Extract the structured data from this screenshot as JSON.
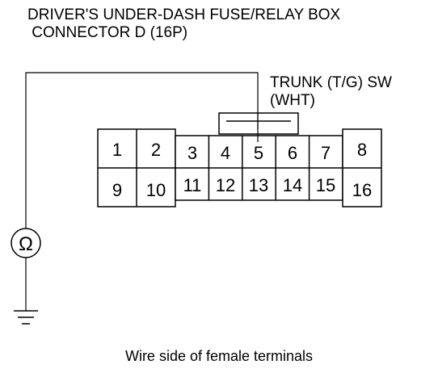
{
  "title_lines": [
    "DRIVER'S UNDER-DASH FUSE/RELAY BOX",
    " CONNECTOR D (16P)"
  ],
  "wire_label_lines": [
    "TRUNK (T/G) SW",
    "(WHT)"
  ],
  "connector": {
    "top_row": [
      "1",
      "2",
      "3",
      "4",
      "5",
      "6",
      "7",
      "8"
    ],
    "bottom_row": [
      "9",
      "10",
      "11",
      "12",
      "13",
      "14",
      "15",
      "16"
    ]
  },
  "meter_symbol": "Ω",
  "caption": "Wire side of female terminals"
}
